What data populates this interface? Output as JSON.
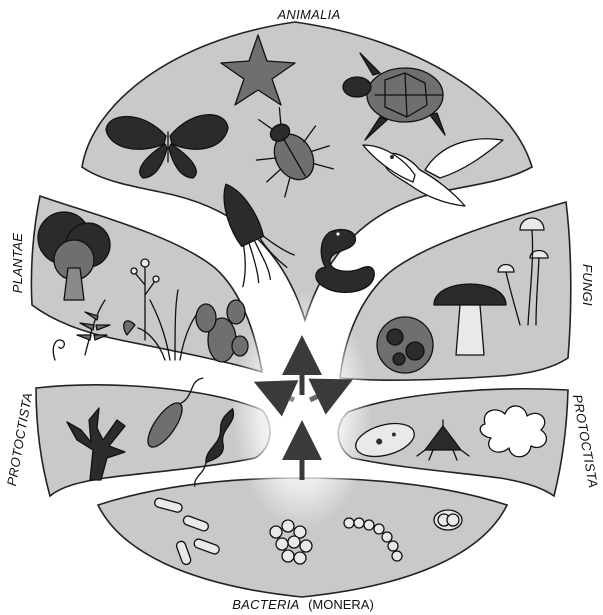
{
  "kingdoms": {
    "animalia": "ANIMALIA",
    "plantae": "PLANTAE",
    "fungi": "FUNGI",
    "protoctista_left": "PROTOCTISTA",
    "protoctista_right": "PROTOCTISTA",
    "bacteria_main": "BACTERIA",
    "bacteria_alt": "(MONERA)"
  },
  "icons": {
    "animalia": [
      "starfish-icon",
      "turtle-icon",
      "butterfly-icon",
      "beetle-icon",
      "bird-icon",
      "squid-icon",
      "snake-icon"
    ],
    "plantae": [
      "tree-icon",
      "fern-icon",
      "flowering-plant-icon",
      "grass-icon",
      "cactus-icon"
    ],
    "fungi": [
      "mushroom-icon",
      "toadstool-cluster-icon",
      "lichen-icon"
    ],
    "protoctista": [
      "seaweed-icon",
      "euglena-icon",
      "trypanosome-icon",
      "paramecium-icon",
      "foraminifera-icon",
      "amoeba-icon"
    ],
    "bacteria": [
      "rod-bacteria-icon",
      "coccus-cluster-icon",
      "chain-bacteria-icon",
      "diplococcus-icon"
    ]
  },
  "colors": {
    "region_fill": "#c9c9c9",
    "outline": "#222222",
    "arrow": "#3a3a3a"
  }
}
